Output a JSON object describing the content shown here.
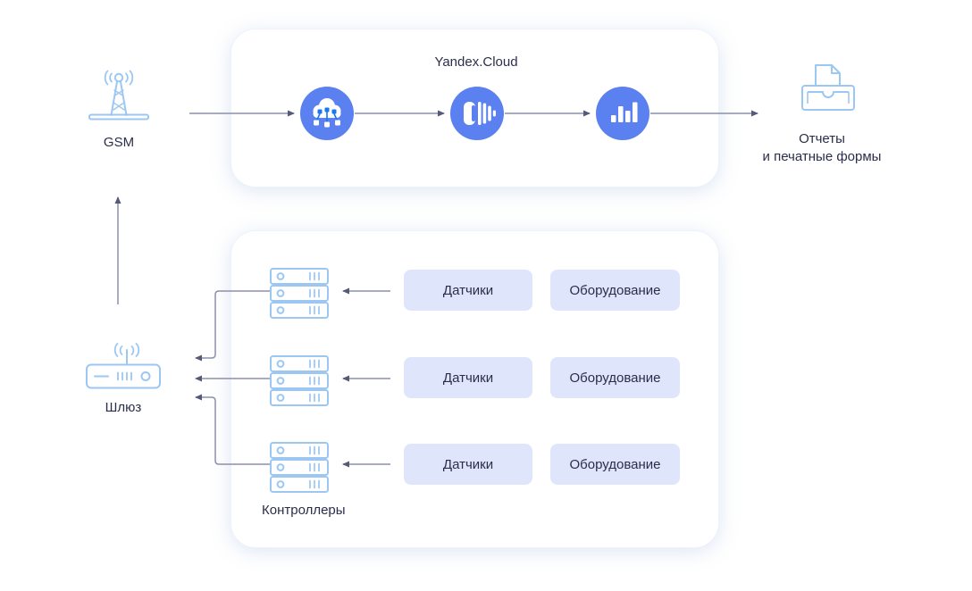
{
  "cloud_card": {
    "title": "Yandex.Cloud",
    "services": [
      {
        "icon": "iot-core-icon"
      },
      {
        "icon": "functions-icon"
      },
      {
        "icon": "bar-chart-icon"
      }
    ]
  },
  "left_column": {
    "gsm_label": "GSM",
    "gateway_label": "Шлюз"
  },
  "right_column": {
    "reports_label_line1": "Отчеты",
    "reports_label_line2": "и печатные формы"
  },
  "device_card": {
    "controllers_label": "Контроллеры",
    "rows": [
      {
        "sensors_label": "Датчики",
        "equipment_label": "Оборудование"
      },
      {
        "sensors_label": "Датчики",
        "equipment_label": "Оборудование"
      },
      {
        "sensors_label": "Датчики",
        "equipment_label": "Оборудование"
      }
    ]
  },
  "icons": {
    "gsm": "gsm-tower-icon",
    "reports": "printer-icon",
    "gateway": "router-icon",
    "controller": "server-stack-icon",
    "cloud_service_1": "iot-core-icon",
    "cloud_service_2": "functions-icon",
    "cloud_service_3": "bar-chart-icon"
  },
  "colors": {
    "accent_blue": "#5b80f0",
    "bright_blue": "#1877f2",
    "icon_stroke": "#9cc7f3",
    "box_fill": "#dfe6fb",
    "text_navy": "#2b2e4a",
    "arrow_line": "#8b90a9",
    "arrow_head": "#555a78",
    "card_bg": "#ffffff"
  }
}
